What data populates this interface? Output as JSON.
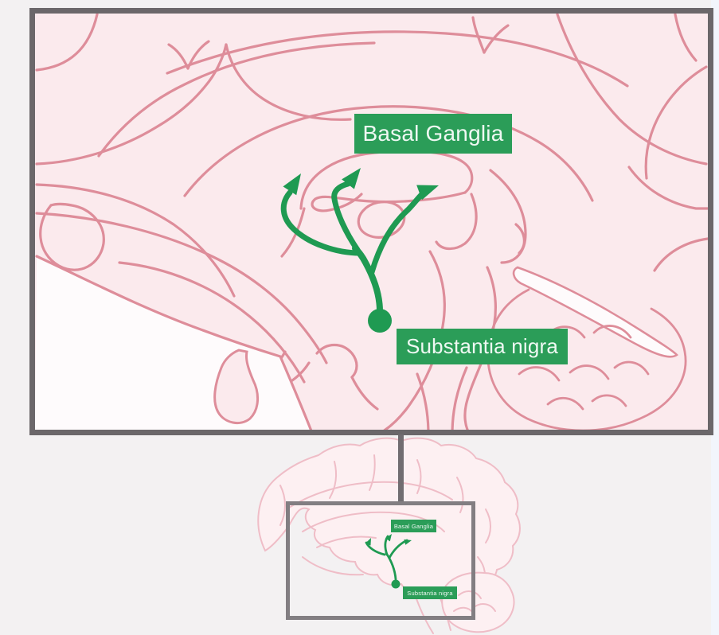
{
  "main_panel": {
    "basal_ganglia_label": "Basal Ganglia",
    "substantia_nigra_label": "Substantia nigra"
  },
  "overview": {
    "basal_ganglia_label": "Basal Ganglia",
    "substantia_nigra_label": "Substantia nigra"
  },
  "colors": {
    "accent_green": "#1f9a52",
    "label_green_bg": "#2b9d58",
    "label_text": "#eef8f2",
    "brain_outline_pink": "#de8d9a",
    "brain_fill_pink": "#fbeaed",
    "overview_outline_pink": "#efbdc7",
    "overview_fill_pink": "#fdf0f2",
    "frame_gray": "#6b676a",
    "page_background": "#f3f1f2"
  },
  "icons": {
    "substantia_nigra_marker": "filled-circle",
    "pathway_arrows": "three-curved-arrows-fanning-upward"
  }
}
